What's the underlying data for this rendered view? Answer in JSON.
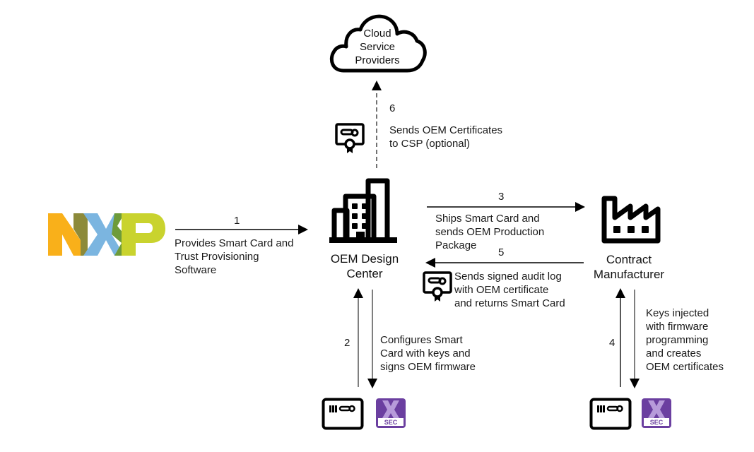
{
  "nodes": {
    "cloud": {
      "label": "Cloud\nService\nProviders"
    },
    "nxp": {
      "label": "NXP",
      "colors": [
        "#F9B01A",
        "#8C8A3A",
        "#7BB5E0",
        "#6E9B3A",
        "#C9D32E"
      ]
    },
    "oem": {
      "label": "OEM Design\nCenter"
    },
    "cm": {
      "label": "Contract\nManufacturer"
    }
  },
  "steps": [
    {
      "number": "1",
      "text": "Provides Smart Card and\nTrust Provisioning\nSoftware"
    },
    {
      "number": "2",
      "text": "Configures Smart\nCard with keys and\nsigns OEM firmware"
    },
    {
      "number": "3",
      "text": "Ships Smart Card and\nsends OEM Production\nPackage"
    },
    {
      "number": "4",
      "text": "Keys injected\nwith firmware\nprogramming\nand creates\nOEM certificates"
    },
    {
      "number": "5",
      "text": "Sends signed audit log\nwith OEM certificate\nand returns Smart Card"
    },
    {
      "number": "6",
      "text": "Sends OEM Certificates\nto CSP (optional)"
    }
  ],
  "badges": {
    "sec_label": "SEC",
    "sec_color": "#6B3FA0"
  }
}
